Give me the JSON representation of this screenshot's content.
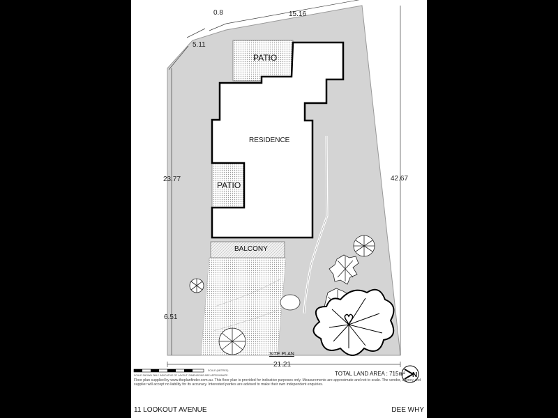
{
  "plan": {
    "dimensions": {
      "top_short": "0.8",
      "top": "15.16",
      "top_left": "5.11",
      "left": "23.77",
      "right": "42.67",
      "left_lower": "6.51",
      "bottom": "21.21"
    },
    "rooms": {
      "patio_top": "PATIO",
      "residence": "RESIDENCE",
      "patio_left": "PATIO",
      "balcony": "BALCONY"
    },
    "site_plan_label": "SITE PLAN",
    "total_land_area_label": "TOTAL LAND AREA : 715m²",
    "scale_label": "SCALE (METRES)",
    "scale_note": "SCALE SHOWN ONLY INDICATIVE OF LAYOUT. DIMENSIONS ARE APPROXIMATE.",
    "disclaimer": "Floor plan supplied by www.theplanfinder.com.au. This floor plan is provided for indicative purposes only. Measurements are approximate and not to scale. The vendor, agency and supplier will accept no liability for its accuracy. Interested parties are advised to make their own independent enquiries.",
    "north_arrow_letter": "N"
  },
  "footer": {
    "address": "11 LOOKOUT AVENUE",
    "suburb": "DEE WHY"
  }
}
